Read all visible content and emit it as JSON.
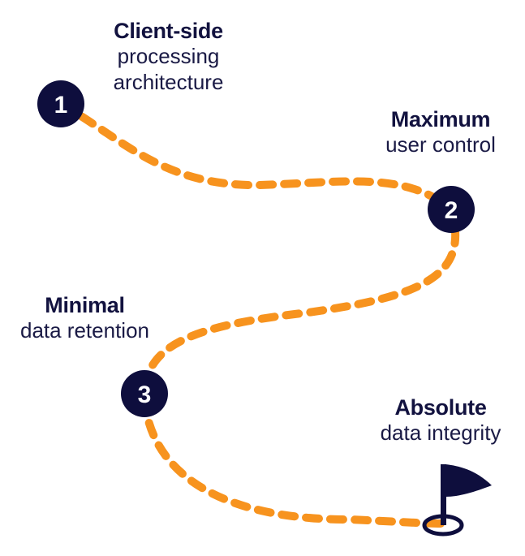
{
  "milestones": [
    {
      "number": "1",
      "title": "Client-side",
      "subtitle_line1": "processing",
      "subtitle_line2": "architecture"
    },
    {
      "number": "2",
      "title": "Maximum",
      "subtitle_line1": "user control"
    },
    {
      "number": "3",
      "title": "Minimal",
      "subtitle_line1": "data retention"
    },
    {
      "title": "Absolute",
      "subtitle_line1": "data integrity"
    }
  ],
  "colors": {
    "path": "#f7931e",
    "node": "#0e0e3d",
    "text": "#12123f"
  },
  "icons": {
    "node": "numbered-circle-icon",
    "finish": "flag-icon"
  }
}
